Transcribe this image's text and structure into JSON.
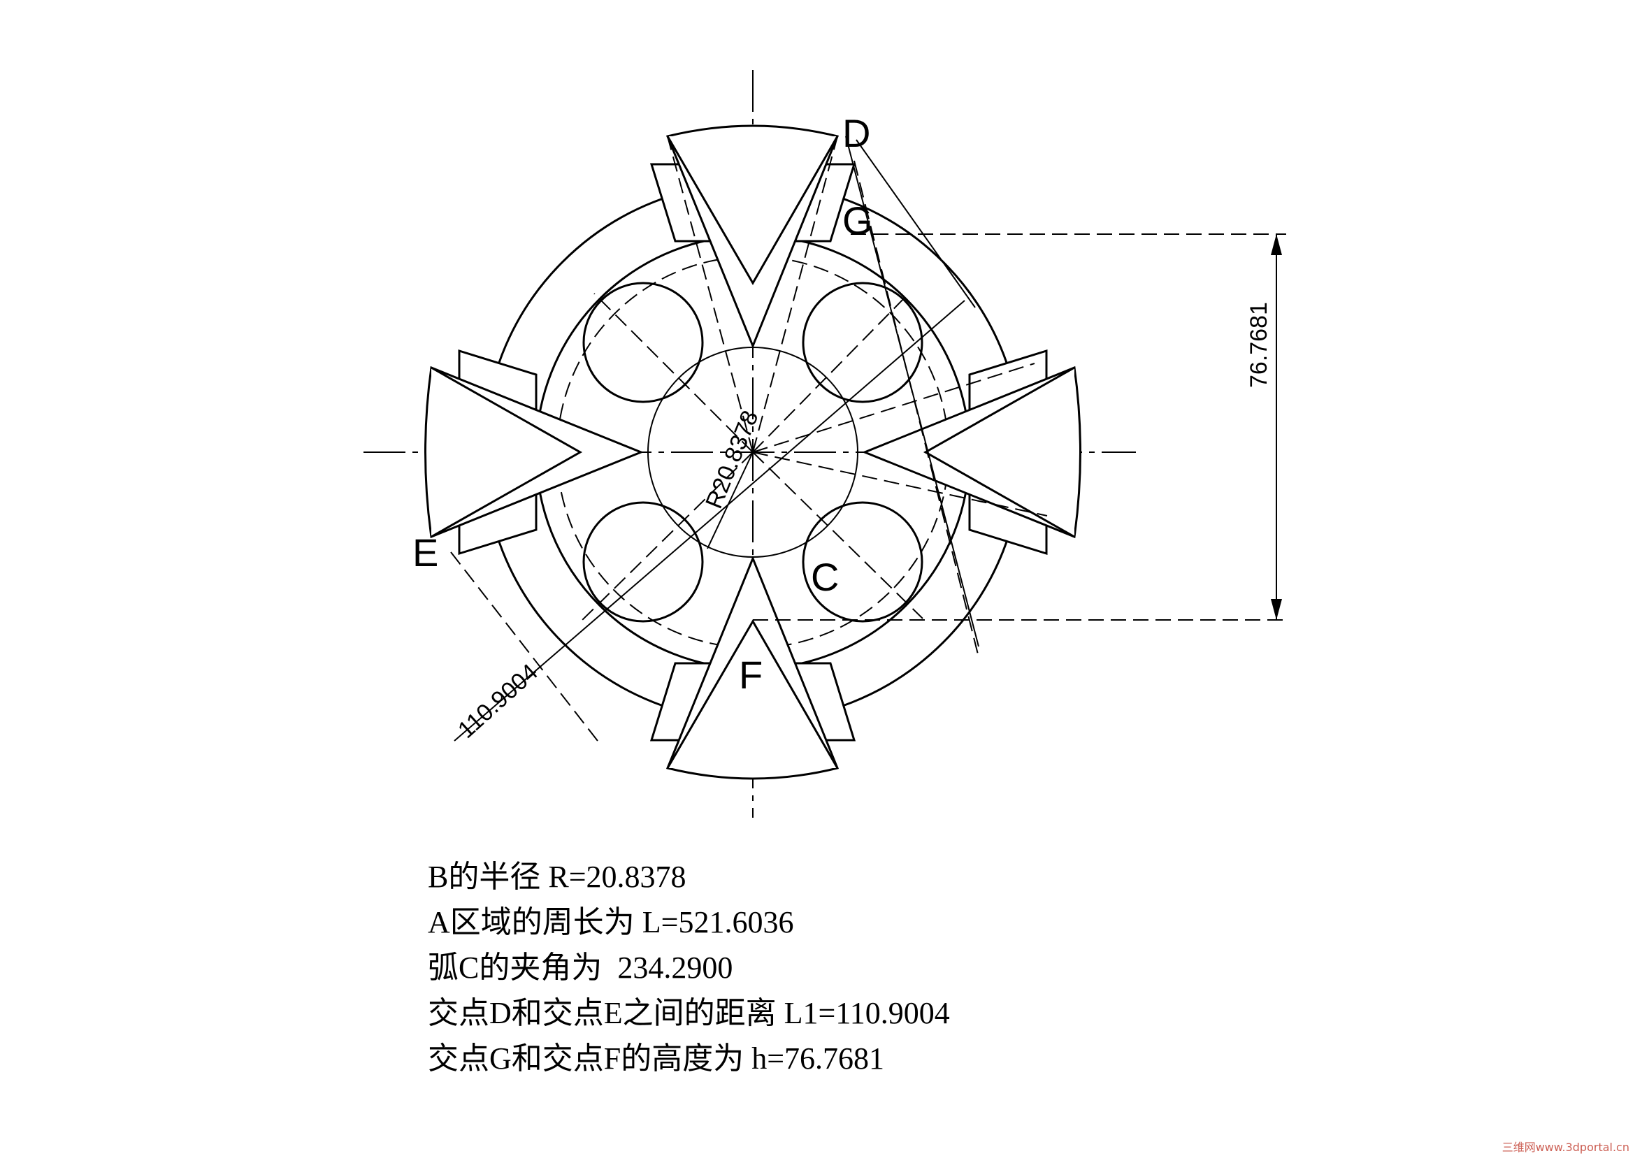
{
  "labels": {
    "D": "D",
    "G": "G",
    "E": "E",
    "C": "C",
    "F": "F"
  },
  "dimensions": {
    "radius": "R20.8378",
    "diagonal": "110.9004",
    "height": "76.7681"
  },
  "notes": [
    "B的半径 R=20.8378",
    "A区域的周长为 L=521.6036",
    "弧C的夹角为  234.2900",
    "交点D和交点E之间的距离 L1=110.9004",
    "交点G和交点F的高度为 h=76.7681"
  ],
  "watermark": "三维网www.3dportal.cn",
  "colors": {
    "line": "#000000",
    "background": "#ffffff",
    "watermark": "#c0392b"
  }
}
